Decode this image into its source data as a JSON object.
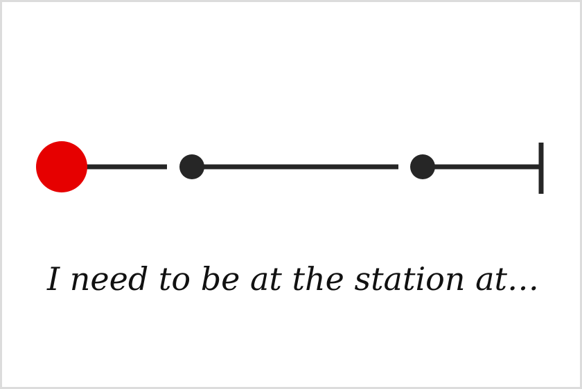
{
  "caption": "I need to be at the station at…",
  "colors": {
    "start_marker": "#e60000",
    "route": "#262626",
    "caption_text": "#111111",
    "frame_border": "#dcdcdc"
  },
  "route": {
    "orientation": "horizontal",
    "segment_count": 3,
    "start_marker": "red-circle",
    "intermediate_stops": 2,
    "end_marker": "vertical-bar"
  }
}
